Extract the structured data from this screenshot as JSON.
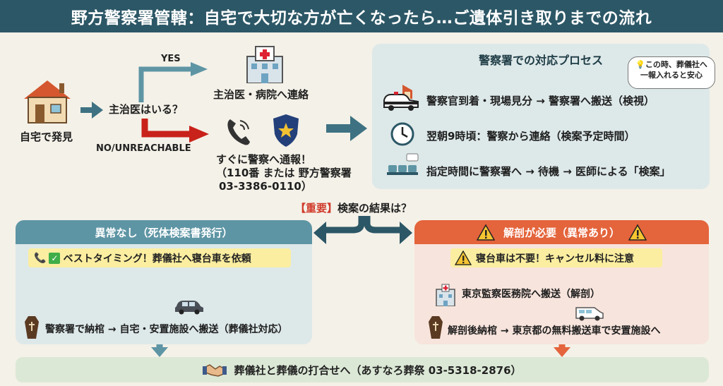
{
  "header": {
    "title": "野方警察署管轄：自宅で大切な方が亡くなったら…ご遺体引き取りまでの流れ"
  },
  "flow": {
    "home_label": "自宅で発見",
    "question": "主治医はいる？",
    "yes_label": "YES",
    "no_label": "NO/UNREACHABLE",
    "hospital_label": "主治医・病院へ連絡",
    "police_call_line1": "すぐに警察へ通報！",
    "police_call_line2": "（110番 または 野方警察署",
    "police_call_line3": "03-3386-0110）"
  },
  "police_process": {
    "title": "警察署での対応プロセス",
    "bubble_line1": "この時、葬儀社へ",
    "bubble_line2": "一報入れると安心",
    "steps": [
      {
        "icon": "police-car-icon",
        "text": "警察官到着・現場見分 → 警察署へ搬送（検視）"
      },
      {
        "icon": "clock-icon",
        "text": "翌朝9時頃：警察から連絡（検案予定時間）"
      },
      {
        "icon": "waiting-room-icon",
        "text": "指定時間に警察署へ → 待機 → 医師による「検案」"
      }
    ]
  },
  "result_question": {
    "important": "【重要】",
    "text": "検案の結果は？"
  },
  "normal_branch": {
    "header": "異常なし（死体検案書発行）",
    "highlight": "ベストタイミング！葬儀社へ寝台車を依頼",
    "final": "警察署で納棺 → 自宅・安置施設へ搬送（葬儀社対応）"
  },
  "autopsy_branch": {
    "header": "解剖が必要（異常あり）",
    "highlight": "寝台車は不要！キャンセル料に注意",
    "step1": "東京監察医務院へ搬送（解剖）",
    "step2": "解剖後納棺 → 東京都の無料搬送車で安置施設へ"
  },
  "bottom": {
    "text": "葬儀社と葬儀の打合せへ（あすなろ葬祭 03-5318-2876）"
  },
  "colors": {
    "header_bg": "#2c5766",
    "teal": "#5e95a4",
    "orange": "#e4643c",
    "red_arrow": "#c8221a",
    "highlight": "#fbeea0"
  }
}
